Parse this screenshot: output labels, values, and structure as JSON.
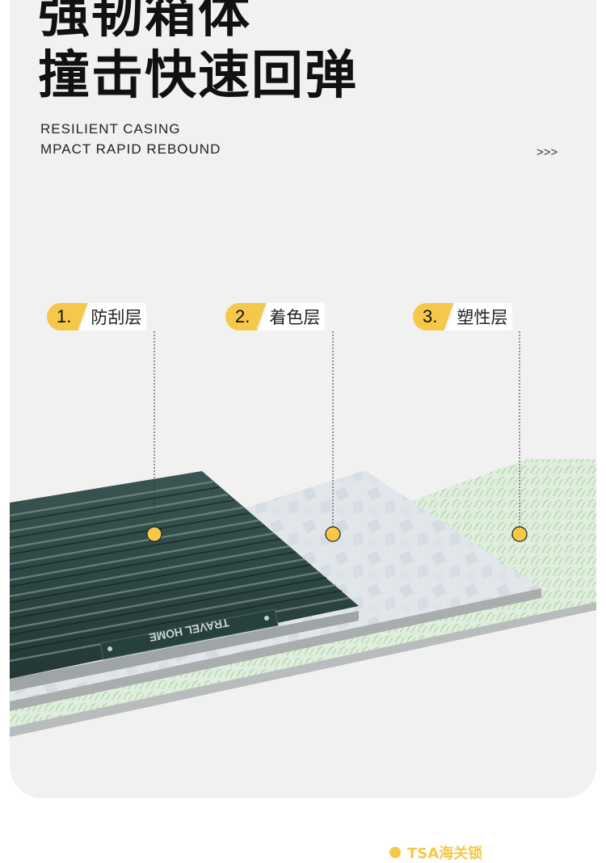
{
  "header": {
    "title_line1": "强韧箱体",
    "title_line2": "撞击快速回弹",
    "subtitle_line1": "RESILIENT CASING",
    "subtitle_line2": "MPACT RAPID REBOUND",
    "more_arrows": ">>>"
  },
  "layers": [
    {
      "number": "1.",
      "label": "防刮层"
    },
    {
      "number": "2.",
      "label": "着色层"
    },
    {
      "number": "3.",
      "label": "塑性层"
    }
  ],
  "product": {
    "plate_text": "TRAVEL HOME"
  },
  "footer": {
    "title": "",
    "tag_label": "TSA海关锁"
  },
  "colors": {
    "accent_yellow": "#f5c84a",
    "panel_bg": "#f1f1f1",
    "shell_green": "#2f4a47"
  }
}
